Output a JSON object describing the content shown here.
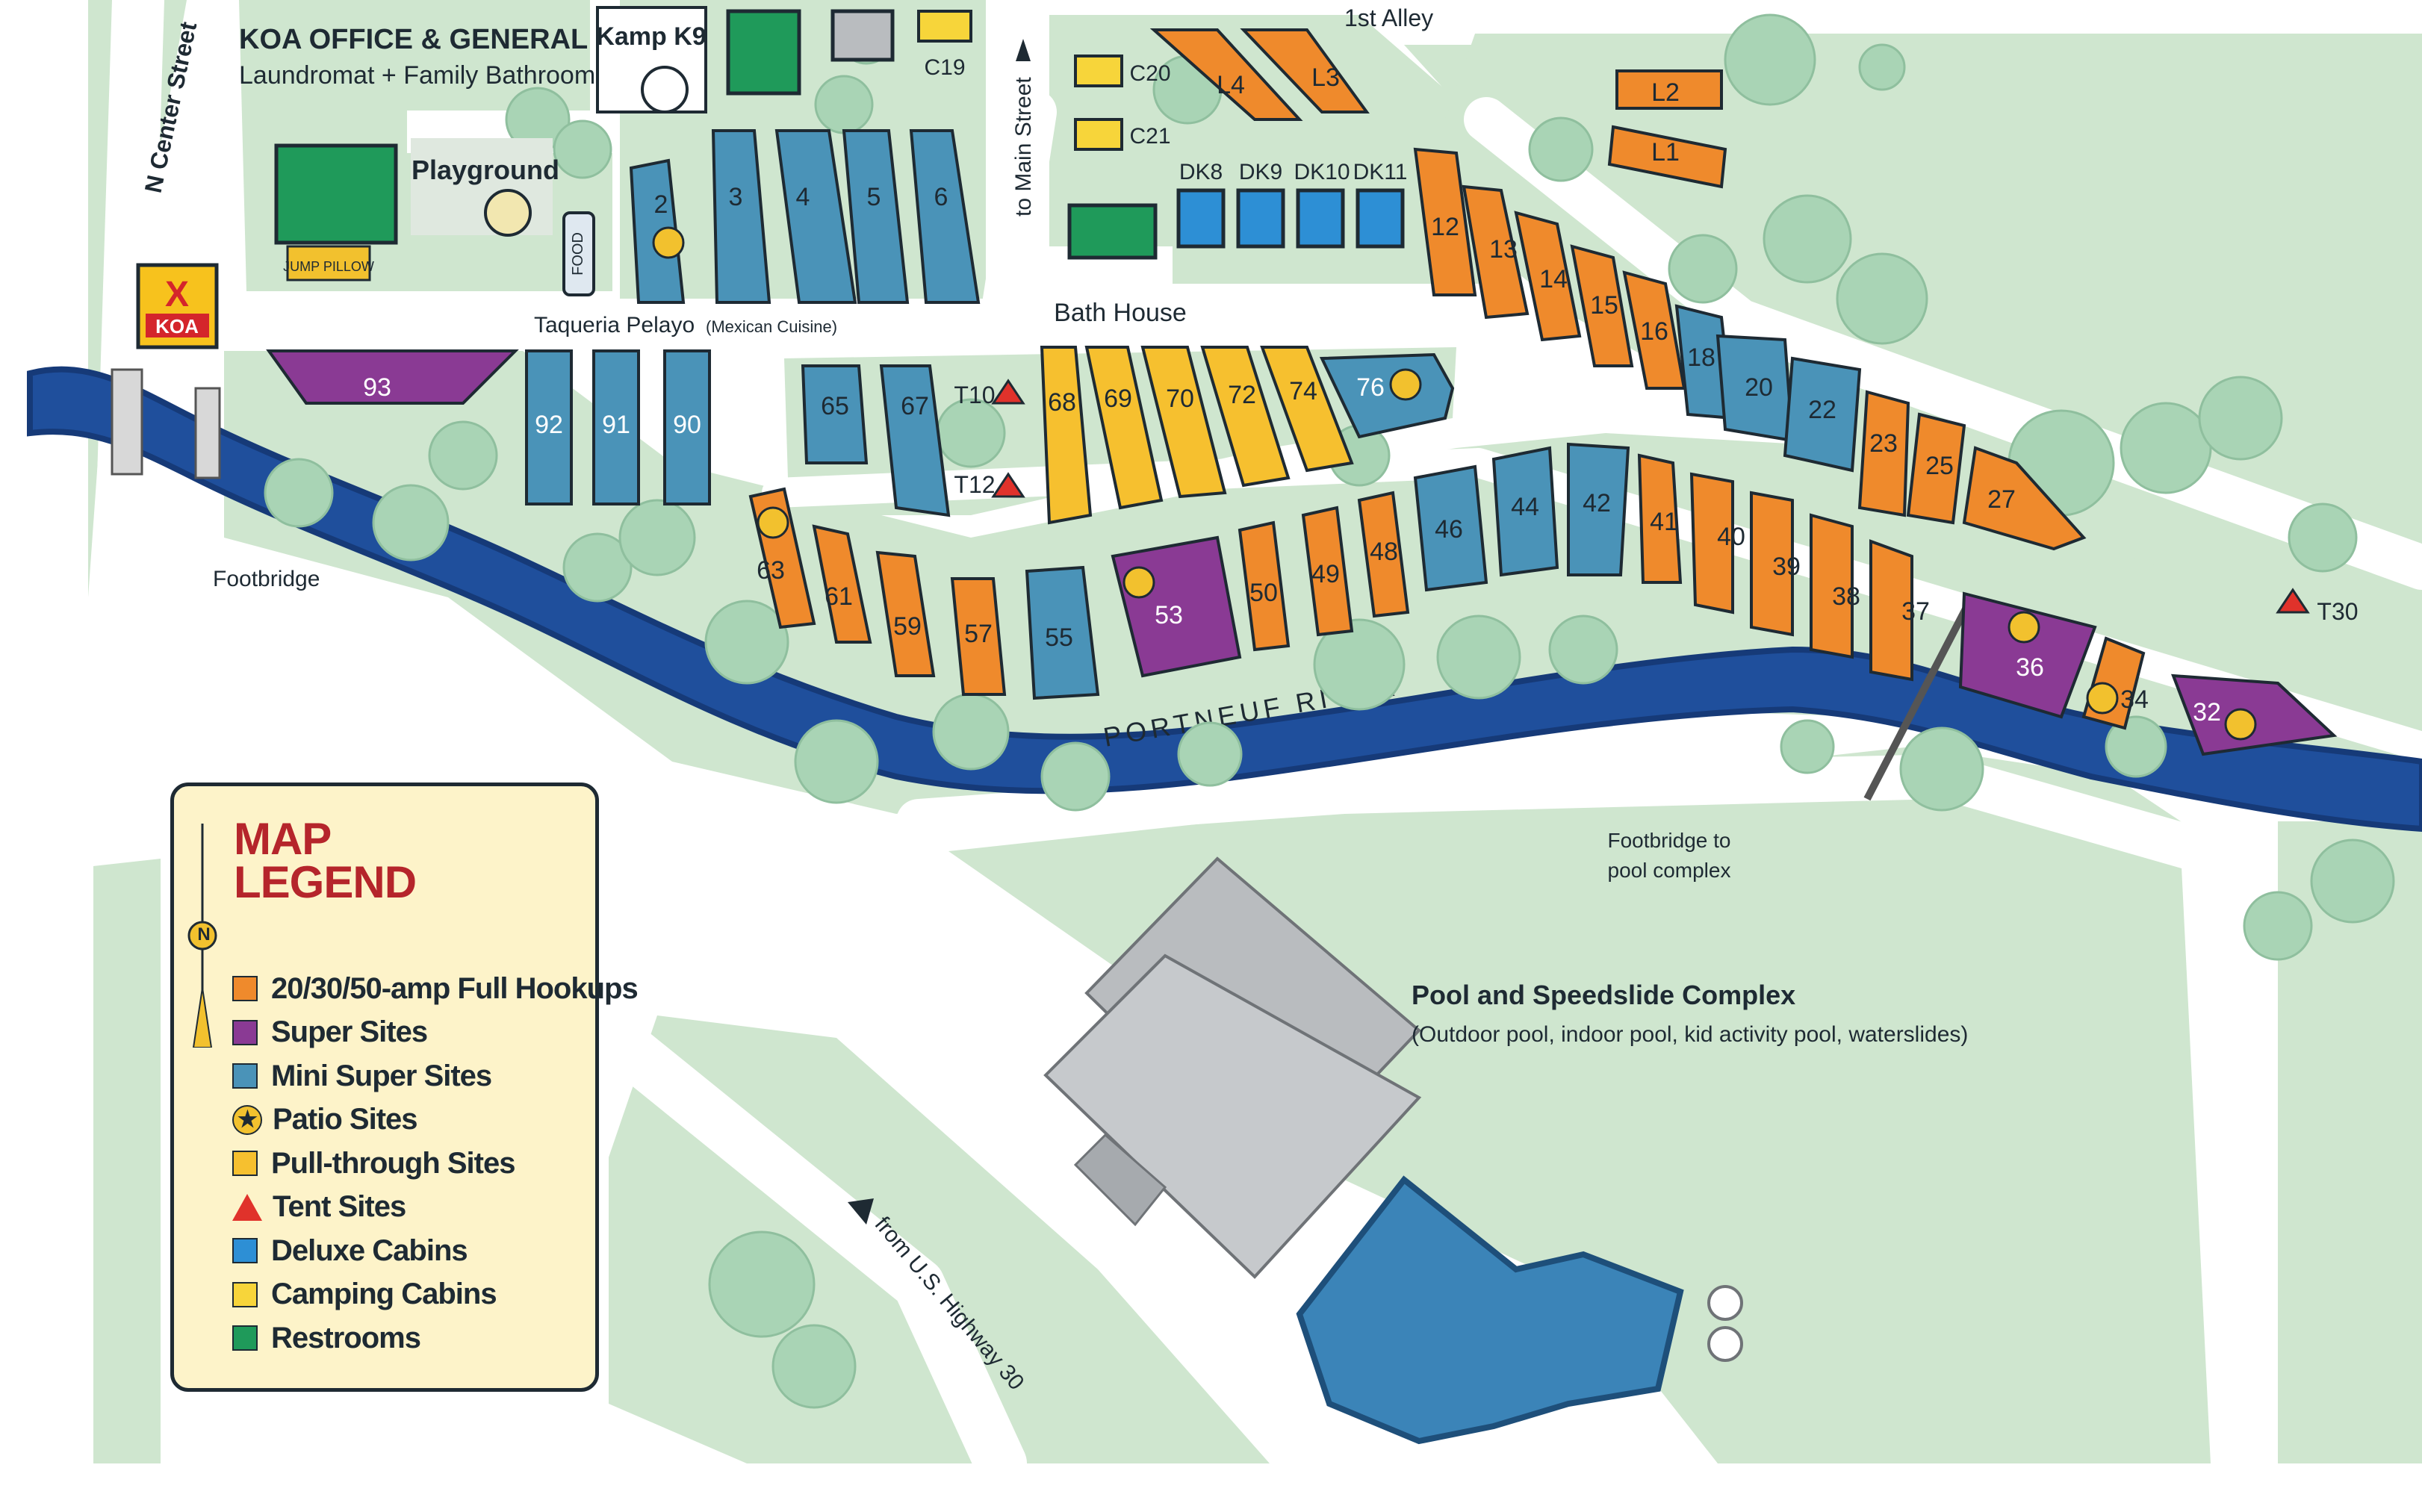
{
  "colors": {
    "grass": "#cfe6cf",
    "road": "#ffffff",
    "river": "#1f4f9c",
    "river_dark": "#163a78",
    "tree": "#a9d4b5",
    "full_hookup": "#ef8a2c",
    "super_site": "#8a3a94",
    "mini_super": "#4a93b8",
    "patio": "#f2c12e",
    "pull_through": "#f6c02f",
    "tent": "#e0322b",
    "deluxe_cabin": "#2d8fd5",
    "camping_cabin": "#f7d53a",
    "restroom": "#1f9a5a",
    "building": "#b9bcbf",
    "pool": "#3b84b8",
    "koa_yellow": "#f7c21d",
    "koa_red": "#d4252b"
  },
  "labels": {
    "office": "KOA OFFICE & GENERAL STORE",
    "office_sub": "Laundromat + Family Bathrooms",
    "kamp_k9": "Kamp K9",
    "playground": "Playground",
    "jump_pillow": "JUMP PILLOW",
    "food": "FOOD",
    "taqueria": "Taqueria Pelayo",
    "taqueria_sub": "(Mexican Cuisine)",
    "n_center": "N Center Street",
    "to_main": "to Main Street",
    "first_alley": "1st Alley",
    "bath_house": "Bath House",
    "footbridge": "Footbridge",
    "footbridge_pool_1": "Footbridge to",
    "footbridge_pool_2": "pool complex",
    "river": "PORTNEUF RIVER",
    "pool_title": "Pool and Speedslide Complex",
    "pool_sub": "(Outdoor pool, indoor pool, kid activity pool, waterslides)",
    "highway": "from U.S. Highway 30",
    "koa_logo": "KOA"
  },
  "legend": {
    "title_1": "MAP",
    "title_2": "LEGEND",
    "north": "N",
    "items": [
      {
        "label": "20/30/50-amp Full Hookups",
        "type": "full_hookup"
      },
      {
        "label": "Super Sites",
        "type": "super_site"
      },
      {
        "label": "Mini Super Sites",
        "type": "mini_super"
      },
      {
        "label": "Patio Sites",
        "type": "patio"
      },
      {
        "label": "Pull-through Sites",
        "type": "pull_through"
      },
      {
        "label": "Tent Sites",
        "type": "tent"
      },
      {
        "label": "Deluxe Cabins",
        "type": "deluxe_cabin"
      },
      {
        "label": "Camping Cabins",
        "type": "camping_cabin"
      },
      {
        "label": "Restrooms",
        "type": "restroom"
      }
    ]
  },
  "sites": {
    "s93": "93",
    "s92": "92",
    "s91": "91",
    "s90": "90",
    "s2": "2",
    "s3": "3",
    "s4": "4",
    "s5": "5",
    "s6": "6",
    "s65": "65",
    "s67": "67",
    "s68": "68",
    "s69": "69",
    "s70": "70",
    "s72": "72",
    "s74": "74",
    "s76": "76",
    "s63": "63",
    "s61": "61",
    "s59": "59",
    "s57": "57",
    "s55": "55",
    "s53": "53",
    "s50": "50",
    "s49": "49",
    "s48": "48",
    "s46": "46",
    "s44": "44",
    "s42": "42",
    "s41": "41",
    "s40": "40",
    "s39": "39",
    "s38": "38",
    "s37": "37",
    "s36": "36",
    "s34": "34",
    "s32": "32",
    "s12": "12",
    "s13": "13",
    "s14": "14",
    "s15": "15",
    "s16": "16",
    "s18": "18",
    "s20": "20",
    "s22": "22",
    "s23": "23",
    "s25": "25",
    "s27": "27",
    "L1": "L1",
    "L2": "L2",
    "L3": "L3",
    "L4": "L4",
    "DK8": "DK8",
    "DK9": "DK9",
    "DK10": "DK10",
    "DK11": "DK11",
    "C19": "C19",
    "C20": "C20",
    "C21": "C21",
    "T10": "T10",
    "T12": "T12",
    "T30": "T30"
  }
}
